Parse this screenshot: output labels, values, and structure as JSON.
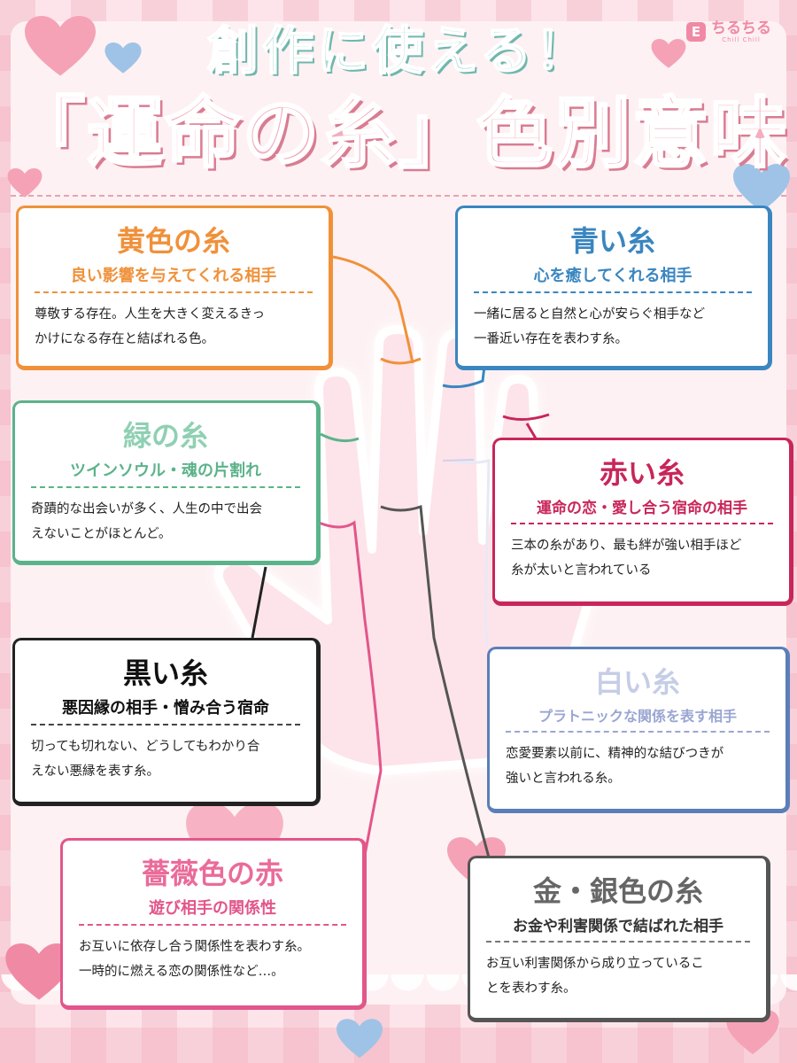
{
  "header": {
    "title_line1": "創作に使える！",
    "title_line2": "「運命の糸」色別意味",
    "logo_mark": "E",
    "logo_text": "ちるちる",
    "logo_sub": "Chill Chill"
  },
  "cards": [
    {
      "id": "yellow",
      "title": "黄色の糸",
      "subtitle": "良い影響を与えてくれる相手",
      "body": [
        "尊敬する存在。人生を大きく変えるきっ",
        "かけになる存在と結ばれる色。"
      ],
      "color": "#f0913a"
    },
    {
      "id": "blue",
      "title": "青い糸",
      "subtitle": "心を癒してくれる相手",
      "body": [
        "一緒に居ると自然と心が安らぐ相手など",
        "一番近い存在を表わす糸。"
      ],
      "color": "#3a86c0"
    },
    {
      "id": "green",
      "title": "緑の糸",
      "subtitle": "ツインソウル・魂の片割れ",
      "body": [
        "奇蹟的な出会いが多く、人生の中で出会",
        "えないことがほとんど。"
      ],
      "color": "#5bb38a"
    },
    {
      "id": "red",
      "title": "赤い糸",
      "subtitle": "運命の恋・愛し合う宿命の相手",
      "body": [
        "三本の糸があり、最も絆が強い相手ほど",
        "糸が太いと言われている"
      ],
      "color": "#c8265a"
    },
    {
      "id": "black",
      "title": "黒い糸",
      "subtitle": "悪因縁の相手・憎み合う宿命",
      "body": [
        "切っても切れない、どうしてもわかり合",
        "えない悪縁を表す糸。"
      ],
      "color": "#222222"
    },
    {
      "id": "white",
      "title": "白い糸",
      "subtitle": "プラトニックな関係を表す相手",
      "body": [
        "恋愛要素以前に、精神的な結びつきが",
        "強いと言われる糸。"
      ],
      "color": "#5a7fb8"
    },
    {
      "id": "rose",
      "title": "薔薇色の赤",
      "subtitle": "遊び相手の関係性",
      "body": [
        "お互いに依存し合う関係性を表わす糸。",
        "一時的に燃える恋の関係性など…。"
      ],
      "color": "#e2568a"
    },
    {
      "id": "gold",
      "title": "金・銀色の糸",
      "subtitle": "お金や利害関係で結ばれた相手",
      "body": [
        "お互い利害関係から成り立っているこ",
        "とを表わす糸。"
      ],
      "color": "#555555"
    }
  ]
}
